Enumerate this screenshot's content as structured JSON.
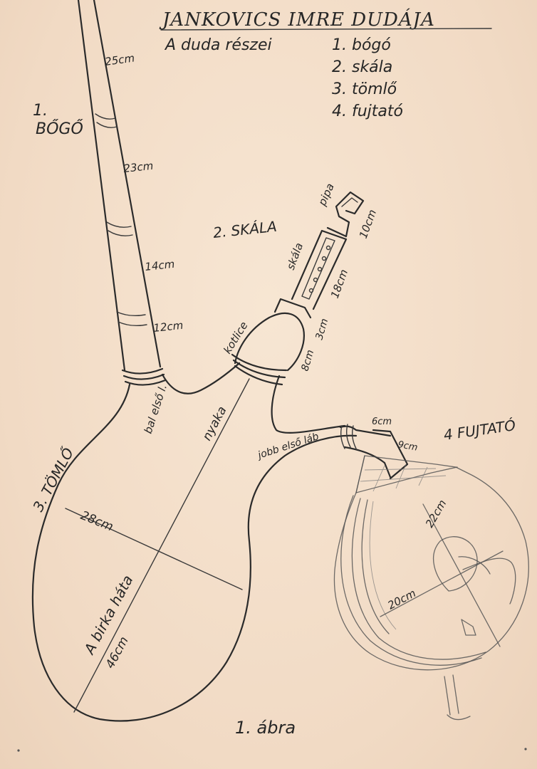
{
  "title": "JANKOVICS IMRE DUDÁJA",
  "legend": {
    "heading": "A duda részei",
    "items": [
      "1. bógó",
      "2. skála",
      "3. tömlő",
      "4. fujtató"
    ]
  },
  "parts": {
    "bogo": {
      "number": "1.",
      "name": "BŐGŐ"
    },
    "skala": {
      "name": "2. SKÁLA"
    },
    "tomlo": {
      "name": "3. TÖMLŐ"
    },
    "fujtato": {
      "name": "4 FUJTATÓ"
    }
  },
  "annotations": {
    "bogo_25": "25cm",
    "bogo_23": "23cm",
    "bogo_14": "14cm",
    "bogo_12": "12cm",
    "pipa": "pipa",
    "pipa_10": "10cm",
    "skala_label": "skála",
    "skala_18": "18cm",
    "skala_3": "3cm",
    "skala_8": "8cm",
    "kotlice": "kotlice",
    "bal_elso_lab": "bal első l.",
    "nyaka": "nyaka",
    "jobb_elso_lab": "jobb első láb",
    "leg_6": "6cm",
    "leg_9": "9cm",
    "width_28": "28cm",
    "birka_hata": "A birka háta",
    "length_46": "46cm",
    "bellows_22": "22cm",
    "bellows_20": "20cm"
  },
  "caption": "1. ábra"
}
